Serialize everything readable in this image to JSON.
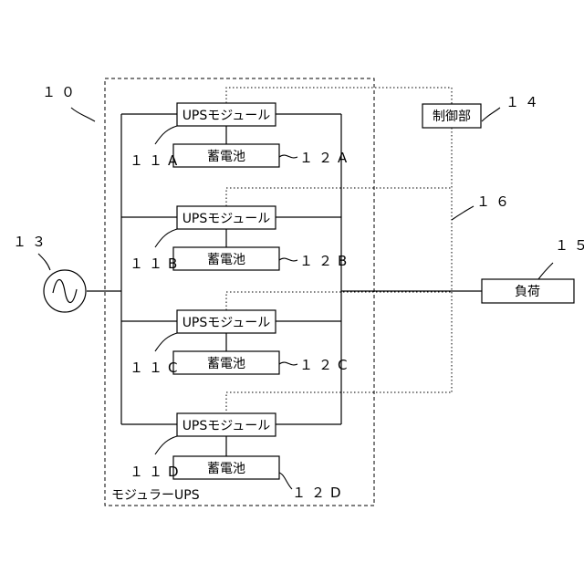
{
  "diagram": {
    "system_ref": "１０",
    "frame_label": "モジュラーUPS",
    "ac_source_ref": "１３",
    "controller": {
      "label": "制御部",
      "ref": "１４"
    },
    "load": {
      "label": "負荷",
      "ref": "１５"
    },
    "signal_line_ref": "１６",
    "modules": [
      {
        "label": "UPSモジュール",
        "ref": "１１A",
        "battery_label": "蓄電池",
        "battery_ref": "１２A"
      },
      {
        "label": "UPSモジュール",
        "ref": "１１B",
        "battery_label": "蓄電池",
        "battery_ref": "１２B"
      },
      {
        "label": "UPSモジュール",
        "ref": "１１C",
        "battery_label": "蓄電池",
        "battery_ref": "１２C"
      },
      {
        "label": "UPSモジュール",
        "ref": "１１D",
        "battery_label": "蓄電池",
        "battery_ref": "１２D"
      }
    ]
  }
}
